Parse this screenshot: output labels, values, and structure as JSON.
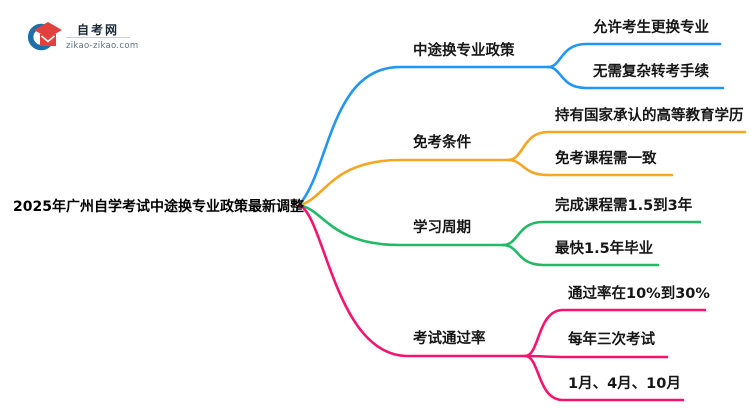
{
  "brand": {
    "name": "自考网",
    "domain": "zikao-zikao.com",
    "logo_colors": {
      "crescent_blue": "#1E6FA8",
      "cap_red": "#E2403C"
    }
  },
  "title": "2025年广州自学考试中途换专业政策最新调整",
  "palette": {
    "blue": "#2196F3",
    "orange": "#F5A623",
    "green": "#21BA67",
    "pink": "#F4146E",
    "text": "#161616",
    "background": "#FFFFFF"
  },
  "branches": [
    {
      "label": "中途换专业政策",
      "color": "#2196F3",
      "children": [
        {
          "text": "允许考生更换专业"
        },
        {
          "text": "无需复杂转考手续"
        }
      ]
    },
    {
      "label": "免考条件",
      "color": "#F5A623",
      "children": [
        {
          "text": "持有国家承认的高等教育学历"
        },
        {
          "text": "免考课程需一致"
        }
      ]
    },
    {
      "label": "学习周期",
      "color": "#21BA67",
      "children": [
        {
          "text": "完成课程需1.5到3年"
        },
        {
          "text": "最快1.5年毕业"
        }
      ]
    },
    {
      "label": "考试通过率",
      "color": "#F4146E",
      "children": [
        {
          "text": "通过率在10%到30%"
        },
        {
          "text": "每年三次考试"
        },
        {
          "text": "1月、4月、10月"
        }
      ]
    }
  ]
}
